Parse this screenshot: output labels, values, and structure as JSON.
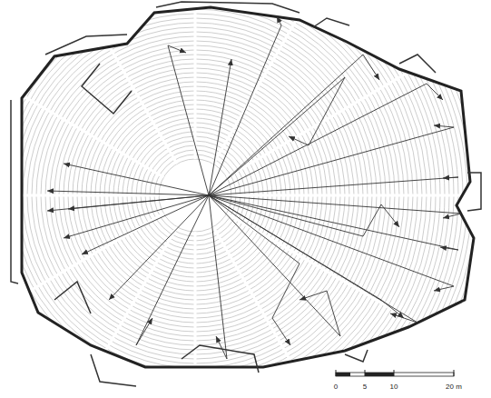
{
  "diagram": {
    "labels": [
      "0",
      "5",
      "10",
      "20 m"
    ]
  }
}
